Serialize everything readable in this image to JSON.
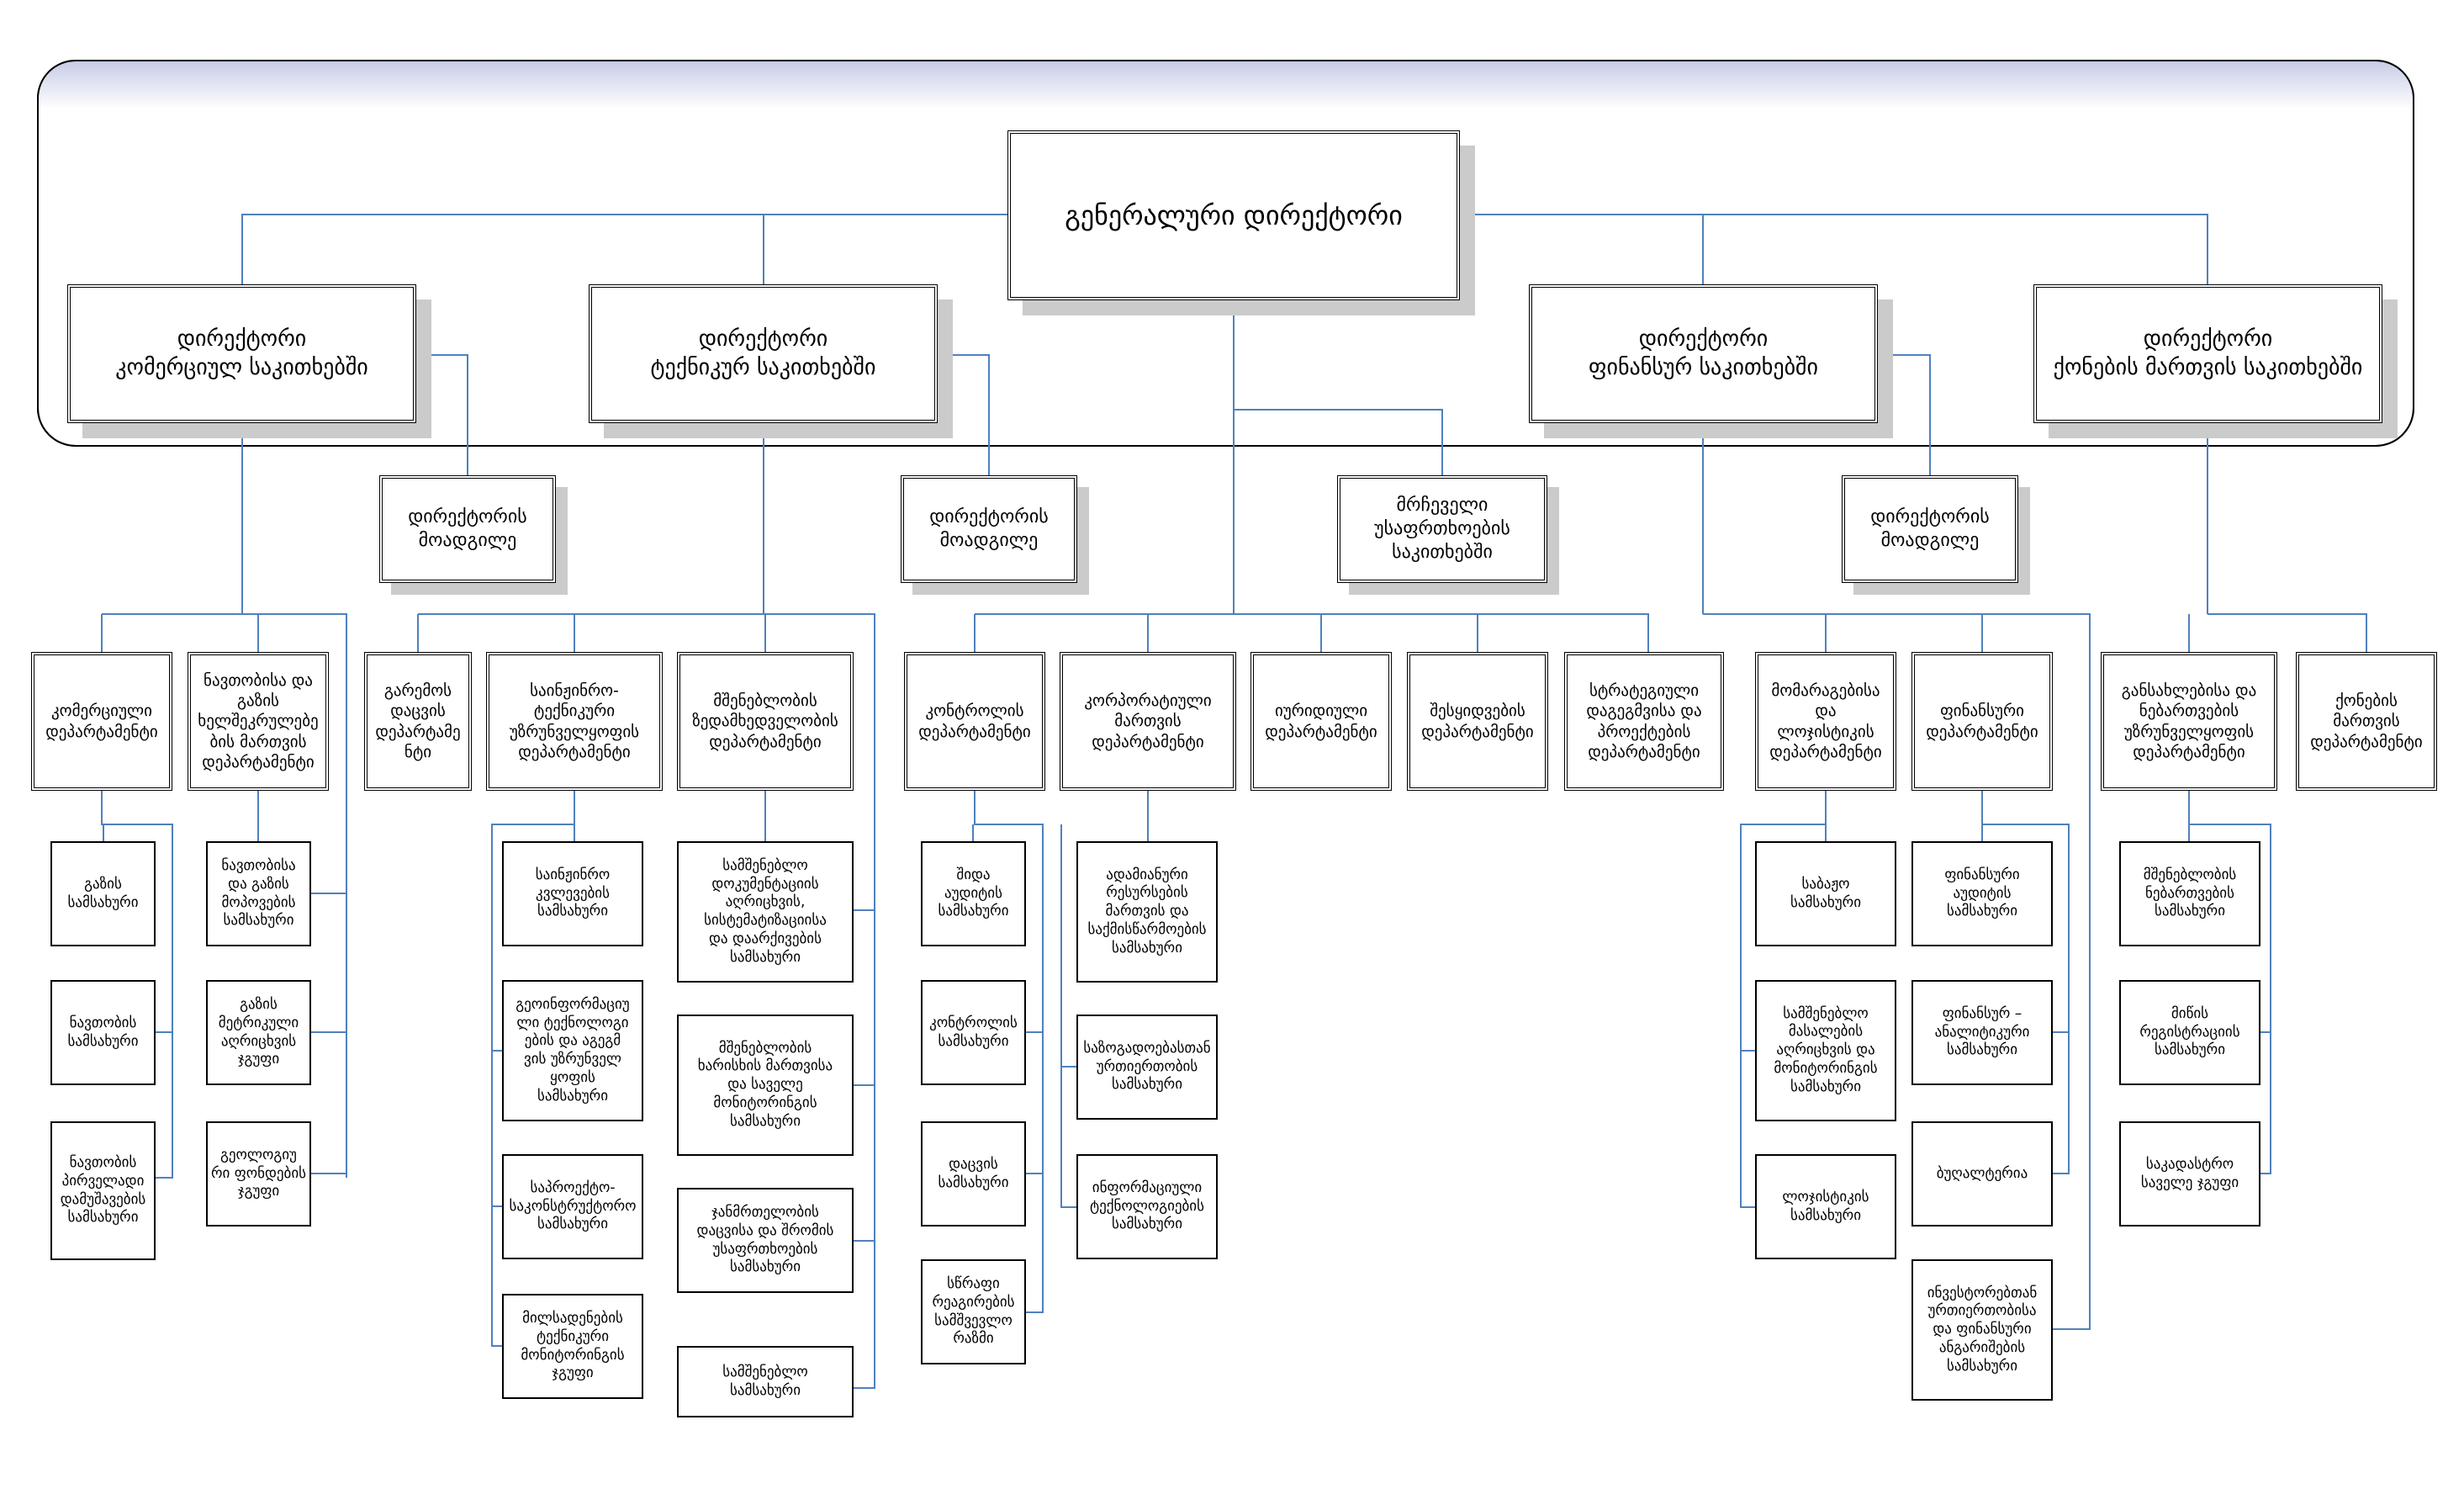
{
  "title": "",
  "colors": {
    "connector": "#4f81bd",
    "banner_top": "#c6cbe6",
    "banner_bottom": "#ffffff",
    "shadow": "#cbcbcb",
    "border": "#000000"
  },
  "nodes": {
    "ceo": "გენერალური დირექტორი",
    "dir_commercial": "დირექტორი\nკომერციულ საკითხებში",
    "dir_technical": "დირექტორი\nტექნიკურ საკითხებში",
    "dir_finance": "დირექტორი\nფინანსურ საკითხებში",
    "dir_property": "დირექტორი\nქონების მართვის საკითხებში",
    "deputy_commercial": "დირექტორის\nმოადგილე",
    "deputy_technical": "დირექტორის\nმოადგილე",
    "security_advisor": "მრჩეველი\nუსაფრთხოების\nსაკითხებში",
    "deputy_finance": "დირექტორის\nმოადგილე",
    "dept_commercial": "კომერციული\nდეპარტამენტი",
    "dept_oil_gas_pipeline": "ნავთობისა და\nგაზის\nხელშეკრულებე\nბის მართვის\nდეპარტამენტი",
    "dept_environment": "გარემოს\nდაცვის\nდეპარტამე\nნტი",
    "dept_engineering": "საინჟინრო-\nტექნიკური\nუზრუნველყოფის\nდეპარტამენტი",
    "dept_construction": "მშენებლობის\nზედამხედველობის\nდეპარტამენტი",
    "dept_control": "კონტროლის\nდეპარტამენტი",
    "dept_corporate": "კორპორატიული\nმართვის\nდეპარტამენტი",
    "dept_legal": "იურიდიული\nდეპარტამენტი",
    "dept_procurement": "შესყიდვების\nდეპარტამენტი",
    "dept_strategy": "სტრატეგიული\nდაგეგმვისა და\nპროექტების\nდეპარტამენტი",
    "dept_supply": "მომარაგებისა\nდა\nლოჯისტიკის\nდეპარტამენტი",
    "dept_financial": "ფინანსური\nდეპარტამენტი",
    "dept_development": "განსახლებისა და\nნებართვების\nუზრუნველყოფის\nდეპარტამენტი",
    "dept_property": "ქონების\nმართვის\nდეპარტამენტი",
    "svc_gas": "გაზის\nსამსახური",
    "svc_oil": "ნავთობის\nსამსახური",
    "svc_oil_primary": "ნავთობის\nპირველადი\nდამუშავების\nსამსახური",
    "svc_oil_gas_mining": "ნავთობისა\nდა გაზის\nმოპოვების\nსამსახური",
    "svc_gas_lab": "გაზის\nმეტრიკული\nაღრიცხვის\nჯგუფი",
    "svc_geology": "გეოლოგიუ\nრი ფონდების\nჯგუფი",
    "svc_eng_research": "საინჟინრო\nკვლევების\nსამსახური",
    "svc_geoinformation": "გეოინფორმაციუ\nლი ტექნოლოგი\nების და აგეგმ\nვის უზრუნველ\nყოფის\nსამსახური",
    "svc_design": "საპროექტო-\nსაკონსტრუქტორო\nსამსახური",
    "svc_monitoring": "მილსადენების\nტექნიკური\nმონიტორინგის\nჯგუფი",
    "svc_docs": "სამშენებლო\nდოკუმენტაციის\nაღრიცხვის,\nსისტემატიზაციისა\nდა დაარქივების\nსამსახური",
    "svc_quality": "მშენებლობის\nხარისხის მართვისა\nდა საველე\nმონიტორინგის\nსამსახური",
    "svc_safety": "ჯანმრთელობის\nდაცვისა და შრომის\nუსაფრთხოების\nსამსახური",
    "svc_building": "სამშენებლო\nსამსახური",
    "svc_internal_audit": "შიდა\nაუდიტის\nსამსახური",
    "svc_control": "კონტროლის\nსამსახური",
    "svc_protection": "დაცვის\nსამსახური",
    "svc_rapid_response": "სწრაფი\nრეაგირების\nსამშვევლო\nრაზმი",
    "svc_hr": "ადამიანური\nრესურსების\nმართვის და\nსაქმისწარმოების\nსამსახური",
    "svc_pr": "საზოგადოებასთან\nურთიერთობის\nსამსახური",
    "svc_it": "ინფორმაციული\nტექნოლოგიების\nსამსახური",
    "svc_customs": "საბაჟო\nსამსახური",
    "svc_materials": "სამშენებლო\nმასალების\nაღრიცხვის და\nმონიტორინგის\nსამსახური",
    "svc_logistics": "ლოჯისტიკის\nსამსახური",
    "svc_fin_audit": "ფინანსური\nაუდიტის\nსამსახური",
    "svc_fin_analysis": "ფინანსურ –\nანალიტიკური\nსამსახური",
    "svc_accounting": "ბუღალტერია",
    "svc_investor": "ინვესტორებთან\nურთიერთობისა\nდა ფინანსური\nანგარიშების\nსამსახური",
    "svc_permits": "მშენებლობის\nნებართვების\nსამსახური",
    "svc_land_registry": "მიწის\nრეგისტრაციის\nსამსახური",
    "svc_cadastre": "საკადასტრო\nსაველე ჯგუფი"
  }
}
